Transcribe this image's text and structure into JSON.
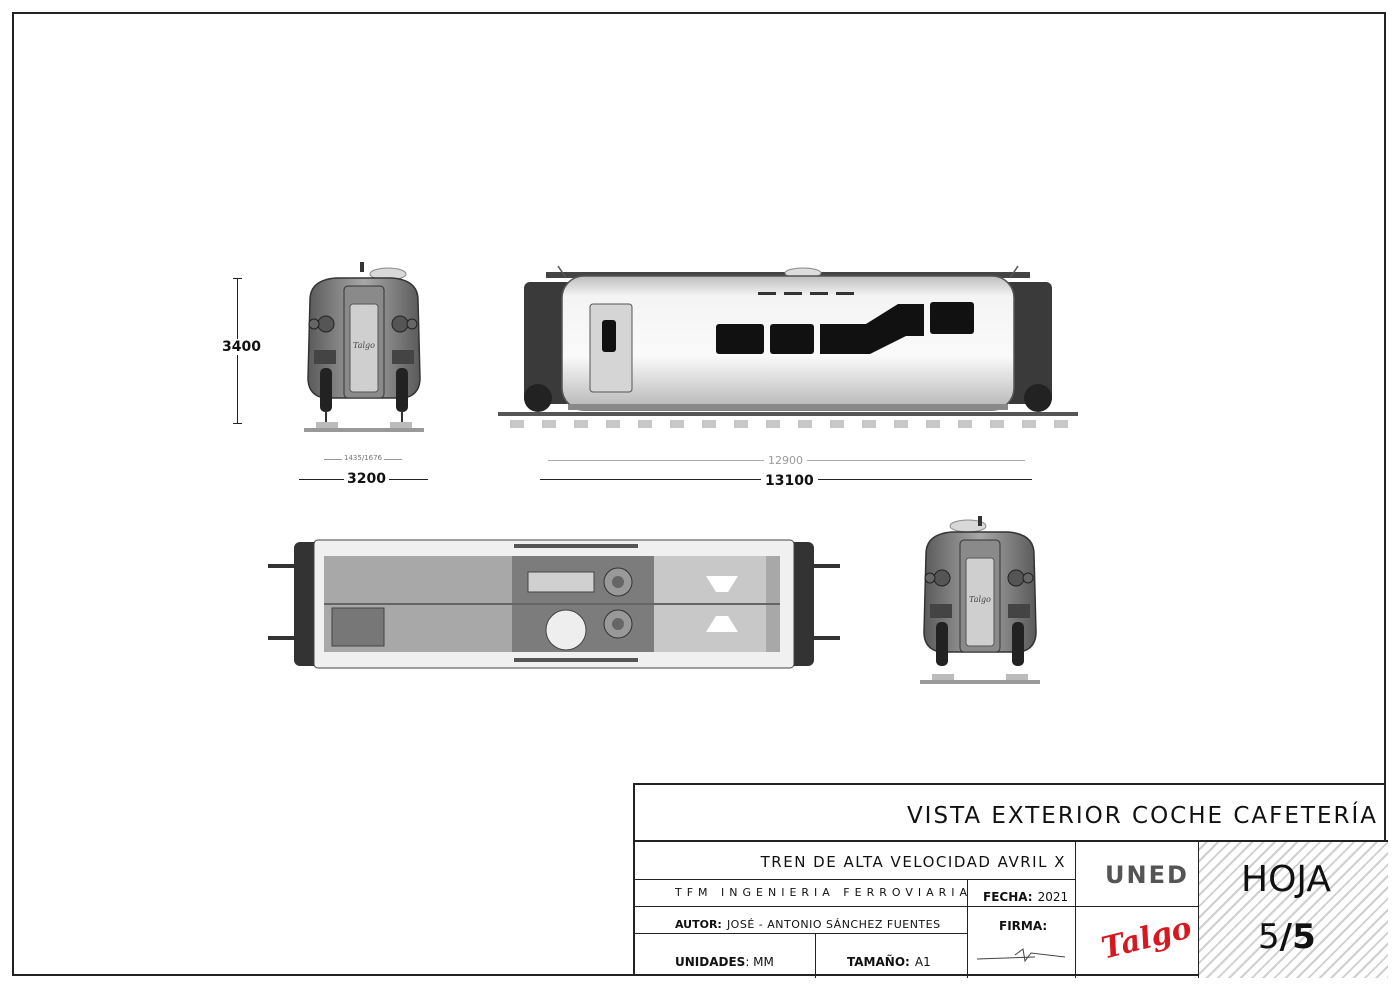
{
  "dimensions": {
    "height": "3400",
    "width": "3200",
    "gauge": "1435/1676",
    "inner_length": "12900",
    "total_length": "13100"
  },
  "title_block": {
    "main_title": "VISTA EXTERIOR COCHE CAFETERÍA",
    "project_title": "TREN DE ALTA VELOCIDAD AVRIL X",
    "program": "TFM INGENIERIA FERROVIARIA",
    "fecha_label": "FECHA:",
    "fecha_value": "2021",
    "autor_label": "AUTOR:",
    "autor_value": "JOSÉ - ANTONIO SÁNCHEZ FUENTES",
    "firma_label": "FIRMA:",
    "unidades_label": "UNIDADES",
    "unidades_value": ": MM",
    "tamano_label": "TAMAÑO:",
    "tamano_value": "A1",
    "hoja_label": "HOJA",
    "sheet_current": "5",
    "sheet_total": "5",
    "uned_logo": "UNED",
    "talgo_logo": "Talgo",
    "car_logo": "Talgo"
  }
}
